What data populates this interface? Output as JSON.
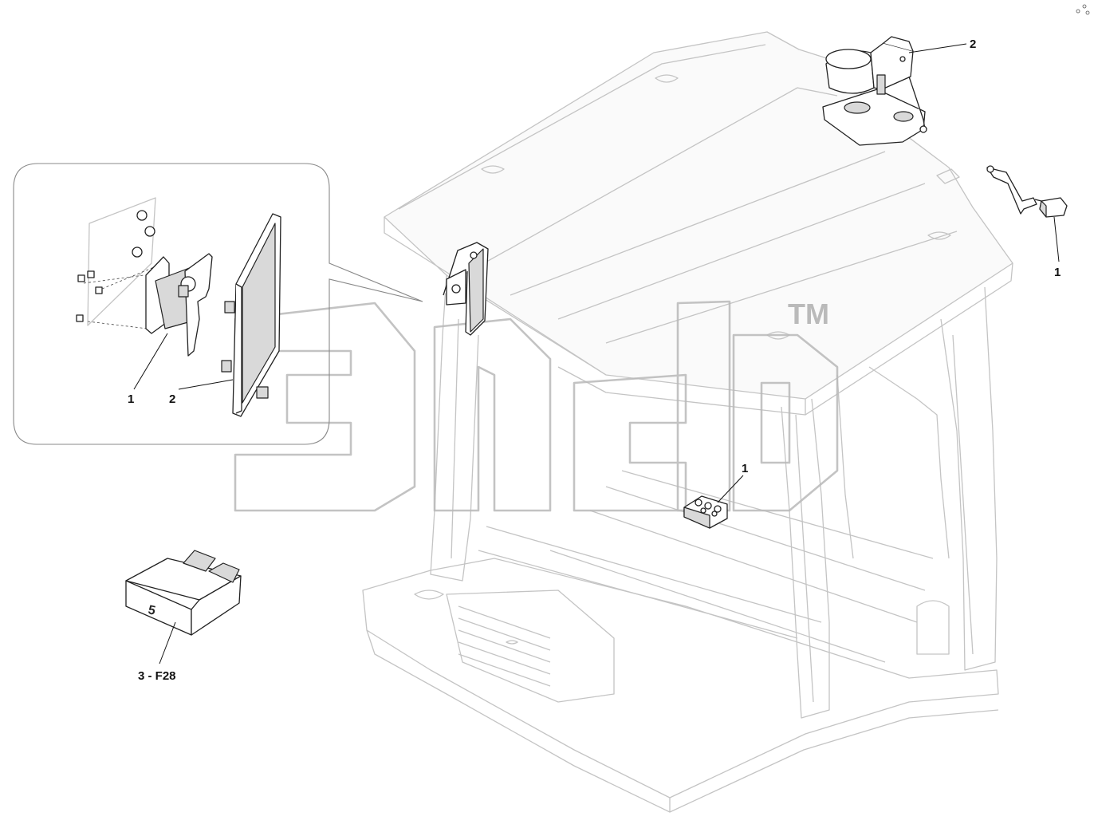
{
  "callouts": {
    "top_right_relay": "2",
    "top_right_switch": "1",
    "center_module": "1",
    "detail_bracket": "1",
    "detail_panel": "2",
    "fuse": "3 - F28"
  },
  "fuse_label": "5",
  "watermark": {
    "trademark": "TM"
  },
  "colors": {
    "line": "#222222",
    "ghost": "#c4c4c4",
    "watermark": "#b9b9b9"
  }
}
